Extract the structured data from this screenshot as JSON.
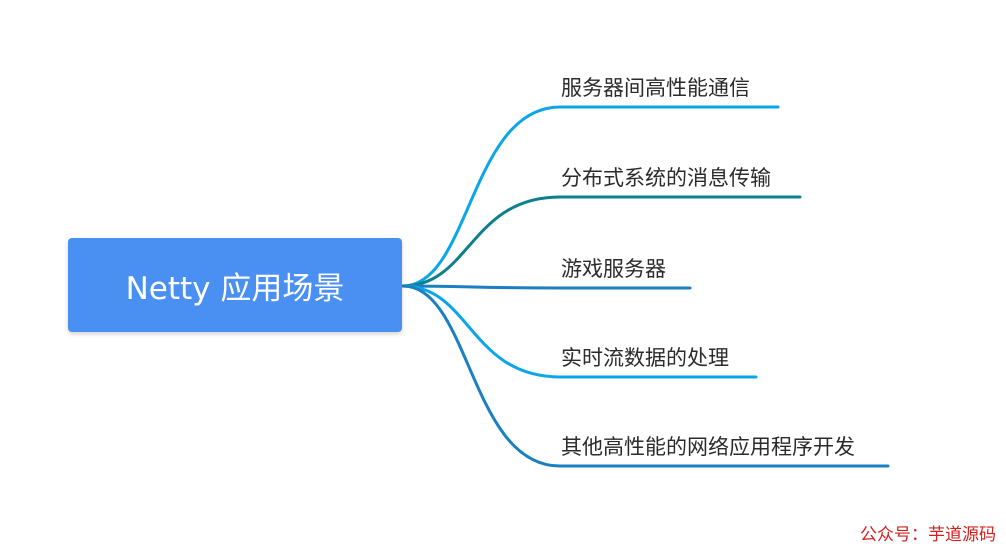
{
  "mindmap": {
    "root": {
      "label": "Netty 应用场景",
      "color": "#4a8ff2"
    },
    "branches": [
      {
        "label": "服务器间高性能通信",
        "color": "#0aa6e8"
      },
      {
        "label": "分布式系统的消息传输",
        "color": "#0e7f8c"
      },
      {
        "label": "游戏服务器",
        "color": "#1a80c2"
      },
      {
        "label": "实时流数据的处理",
        "color": "#0aa6e8"
      },
      {
        "label": "其他高性能的网络应用程序开发",
        "color": "#1a80c2"
      }
    ]
  },
  "watermark": "公众号：芋道源码"
}
